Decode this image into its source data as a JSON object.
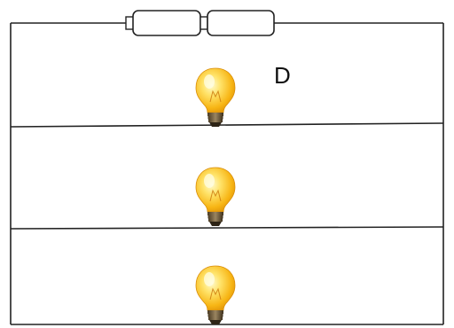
{
  "diagram": {
    "bulb_label": "D",
    "components": {
      "battery_cells": 2,
      "bulbs": 3
    },
    "colors": {
      "wire": "#222222",
      "bulb_glass": "#f9c11a",
      "bulb_highlight": "#fff6b0",
      "bulb_base": "#6b5a3c",
      "battery_outline": "#222222",
      "battery_fill": "#ffffff"
    }
  }
}
